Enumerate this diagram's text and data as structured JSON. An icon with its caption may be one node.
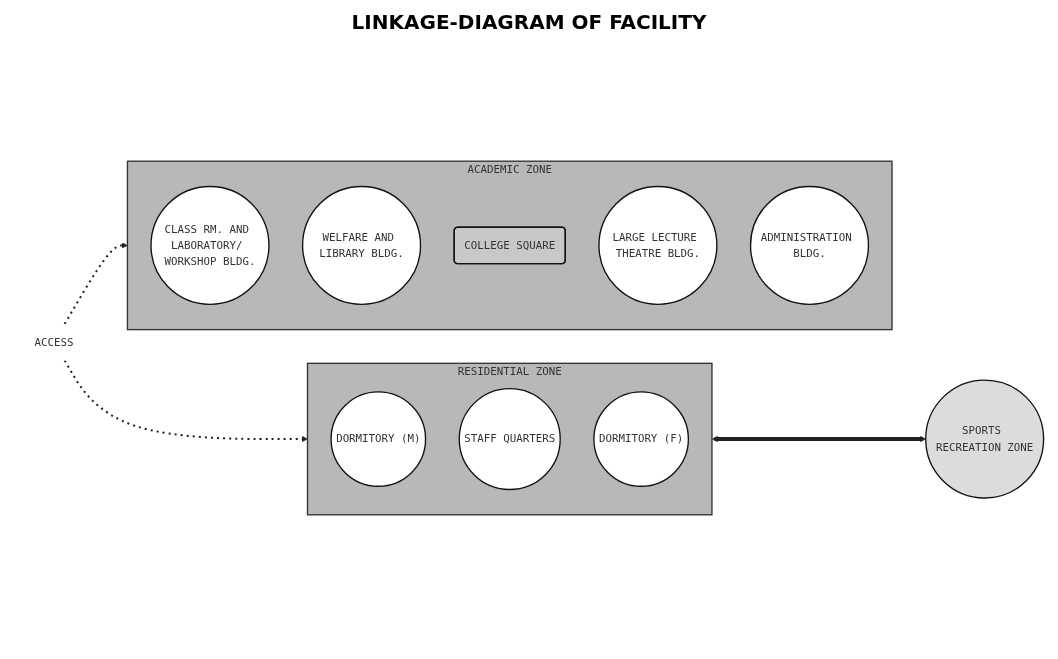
{
  "diagram": {
    "title": "LINKAGE-DIAGRAM OF FACILITY",
    "nodes": [
      {
        "text": [
          "RESIDENTIAL ZONE"
        ]
      },
      {
        "text": [
          "DORMITORY (M)"
        ],
        "in": 0
      },
      {
        "text": [
          "STAFF QUARTERS"
        ],
        "in": 0
      },
      {
        "text": [
          "DORMITORY (F)"
        ],
        "in": 0
      },
      {
        "text": [
          "ACADEMIC ZONE"
        ]
      },
      {
        "text": [
          "CLASS RM. AND LABORATORY/ WORKSHOP BLDG."
        ],
        "in": 4
      },
      {
        "text": [
          "WELFARE AND LIBRARY BLDG."
        ],
        "in": 4
      },
      {
        "text": [
          "COLLEGE SQUARE"
        ],
        "in": 4
      },
      {
        "text": [
          "LARGE LECTURE THEATRE BLDG."
        ],
        "in": 4
      },
      {
        "text": [
          "ADMINISTRATION BLDG."
        ],
        "in": 4
      },
      {
        "text": [
          "SPORTS RECREATION ZONE"
        ]
      },
      {
        "text": [
          "ACCESS"
        ]
      }
    ],
    "edges": [
      {
        "from": 0,
        "to": 10,
        "arrow": "both",
        "style": "thick"
      },
      {
        "from": 11,
        "to": 4,
        "arrow": "to",
        "style": "dashed"
      },
      {
        "from": 11,
        "to": 0,
        "arrow": "to",
        "style": "dashed"
      }
    ]
  }
}
